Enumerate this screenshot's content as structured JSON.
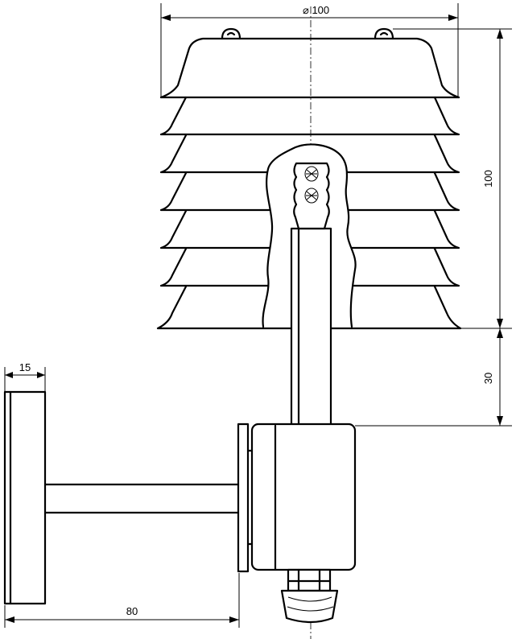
{
  "dimensions": {
    "diameter_top": "⌀ 100",
    "height_shield": "100",
    "height_gap": "30",
    "plate_thickness": "15",
    "arm_length": "80"
  }
}
